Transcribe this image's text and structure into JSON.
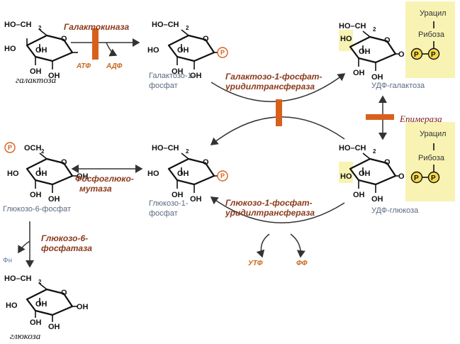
{
  "molecules": {
    "galactose": {
      "name": "галактоза"
    },
    "galactose_1_phosphate": {
      "name_line1": "Галактозо-1-",
      "name_line2": "фосфат"
    },
    "udp_galactose": {
      "name": "УДФ-галактоза",
      "uracil": "Урацил",
      "ribose": "Рибоза"
    },
    "glucose_6_phosphate": {
      "name": "Глюкозо-6-фосфат"
    },
    "glucose_1_phosphate": {
      "name_line1": "Глюкозо-1-",
      "name_line2": "фосфат"
    },
    "udp_glucose": {
      "name": "УДФ-глюкоза",
      "uracil": "Урацил",
      "ribose": "Рибоза"
    },
    "glucose": {
      "name": "глюкоза"
    }
  },
  "atoms": {
    "ho_ch2": "HO–CH",
    "ch2_sub": "2",
    "och2": "OCH",
    "o": "O",
    "oh": "OH",
    "ho": "HO"
  },
  "phosphate": "P",
  "enzymes": {
    "galactokinase": "Галактокиназа",
    "transferase_line1": "Галактозо-1-фосфат-",
    "transferase_line2": "уридилтрансфераза",
    "epimerase": "Епимераза",
    "phosphoglucomutase_line1": "Фосфоглюко-",
    "phosphoglucomutase_line2": "мутаза",
    "pyrophosphorylase_line1": "Глюкозо-1-фосфат-",
    "pyrophosphorylase_line2": "уридилтрансфераза",
    "phosphatase_line1": "Глюкозо-6-",
    "phosphatase_line2": "фосфатаза"
  },
  "cofactors": {
    "atp": "АТФ",
    "adp": "АДФ",
    "utp": "УТФ",
    "pp": "ФФ",
    "pi": "Фн"
  },
  "colors": {
    "enzyme_text": "#8b3a1c",
    "block_bar": "#d9601c",
    "label_grey": "#5b6b80",
    "box_yellow": "#f8f3b3",
    "phosphate_yellow": "#f7d94a"
  }
}
